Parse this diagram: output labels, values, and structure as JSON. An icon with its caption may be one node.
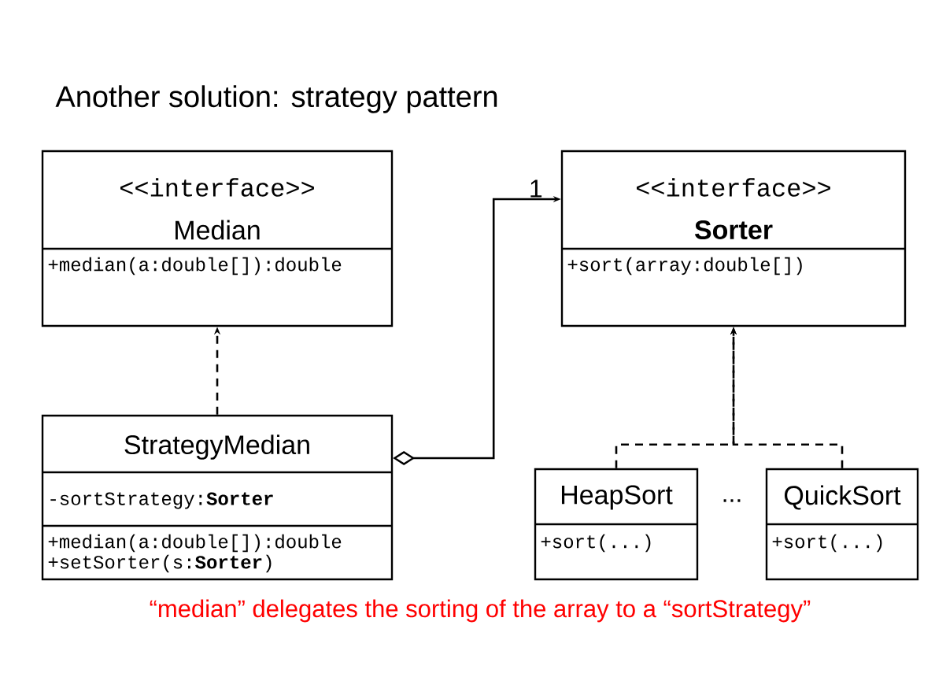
{
  "diagram": {
    "title": "Another solution: strategy pattern",
    "caption": "“median” delegates the sorting of the array to a “sortStrategy”",
    "nodes": [
      {
        "text": [
          "<<interface>>",
          "Median",
          "+median(a:double[]):double"
        ]
      },
      {
        "text": [
          "<<interface>>",
          "Sorter",
          "+sort(array:double[])"
        ]
      },
      {
        "text": [
          "StrategyMedian",
          "-sortStrategy:**Sorter**",
          "+median(a:double[]):double",
          "+setSorter(s:**Sorter**)"
        ]
      },
      {
        "text": [
          "HeapSort",
          "+sort(...)"
        ]
      },
      {
        "text": [
          "QuickSort",
          "+sort(...)"
        ]
      }
    ],
    "edges": [
      {
        "from": 2,
        "to": 0,
        "arrow": "to",
        "style": "dashed"
      },
      {
        "from": 2,
        "to": 1,
        "arrow": "to",
        "label": "1"
      },
      {
        "from": 3,
        "to": 1,
        "arrow": "to",
        "style": "dashed"
      },
      {
        "from": 4,
        "to": 1,
        "arrow": "to",
        "style": "dashed"
      }
    ],
    "labels": [
      "..."
    ]
  }
}
